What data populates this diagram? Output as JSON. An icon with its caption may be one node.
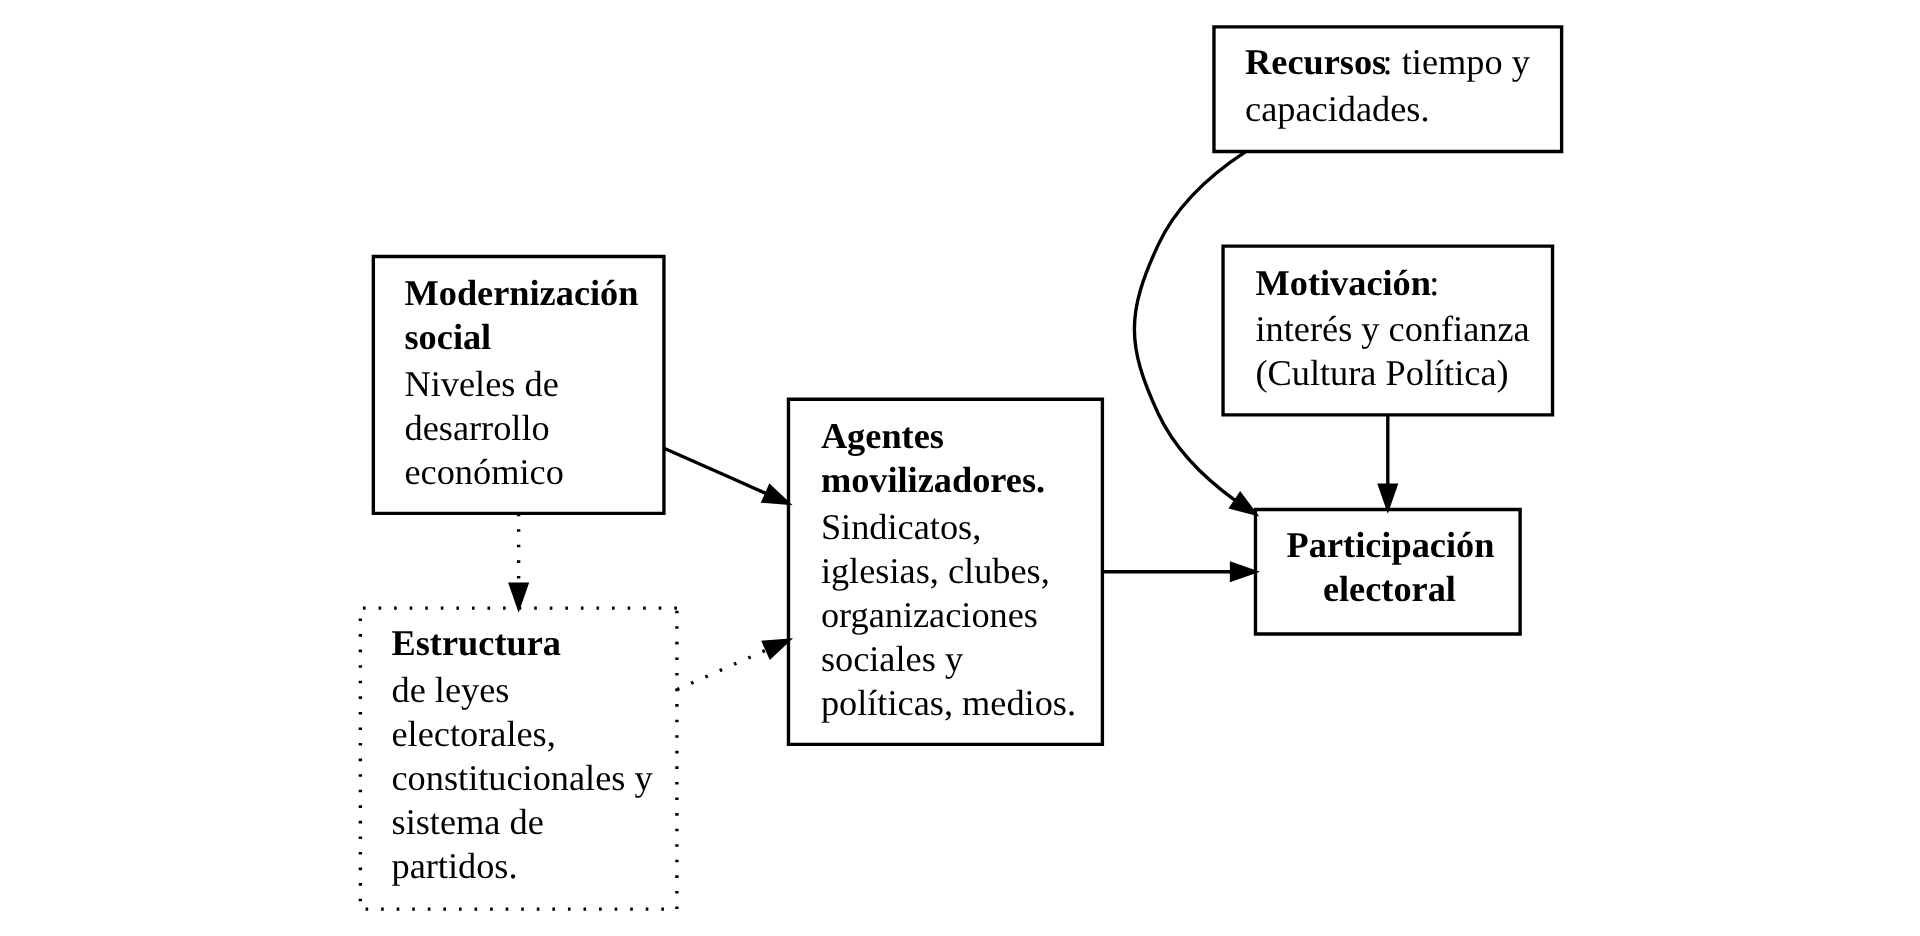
{
  "diagram": {
    "nodes": [
      {
        "text": [
          "Modernización social",
          "Niveles de desarrollo económico"
        ]
      },
      {
        "text": [
          "Agentes movilizadores.",
          "Sindicatos, iglesias, clubes, organizaciones sociales y políticas, medios."
        ]
      },
      {
        "text": [
          "**Estructura** de leyes electorales, constitucionales y sistema de partidos."
        ]
      },
      {
        "text": [
          "**Recursos**: tiempo y capacidades."
        ]
      },
      {
        "text": [
          "Participación electoral"
        ]
      },
      {
        "text": [
          "**Motivación**: interés y confianza (Cultura Política)"
        ]
      }
    ],
    "edges": [
      {
        "from": 0,
        "to": 1,
        "arrow": "to"
      },
      {
        "from": 1,
        "to": 4,
        "arrow": "to"
      },
      {
        "from": 0,
        "to": 2,
        "arrow": "to",
        "style": "dashed"
      },
      {
        "from": 2,
        "to": 1,
        "arrow": "to",
        "style": "dashed"
      },
      {
        "from": 3,
        "to": 4,
        "arrow": "to"
      },
      {
        "from": 5,
        "to": 4,
        "arrow": "to"
      }
    ]
  }
}
